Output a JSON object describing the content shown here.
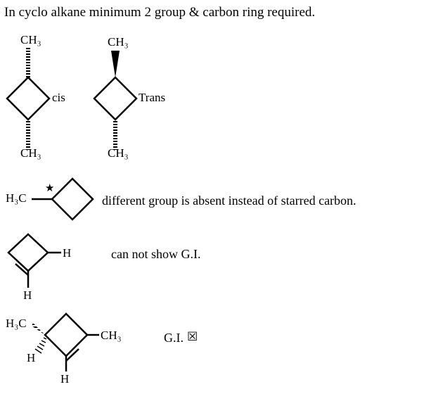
{
  "heading": "In cyclo alkane minimum 2 group & carbon ring required.",
  "example_cis": {
    "top_group": "CH₃",
    "bottom_group": "CH₃",
    "label": "cis"
  },
  "example_trans": {
    "top_group": "CH₃",
    "bottom_group": "CH₃",
    "label": "Trans"
  },
  "example_starred": {
    "group": "H₃C",
    "star_mark": "★",
    "note": "different group is absent instead of starred carbon."
  },
  "example_cyclobutene": {
    "right_group": "H",
    "bottom_group": "H",
    "note": "can not show G.I."
  },
  "example_substituted": {
    "left_group": "H₃C",
    "left_h": "H",
    "bottom_h": "H",
    "right_group": "CH₃",
    "note": "G.I.",
    "note_mark": "☒"
  }
}
